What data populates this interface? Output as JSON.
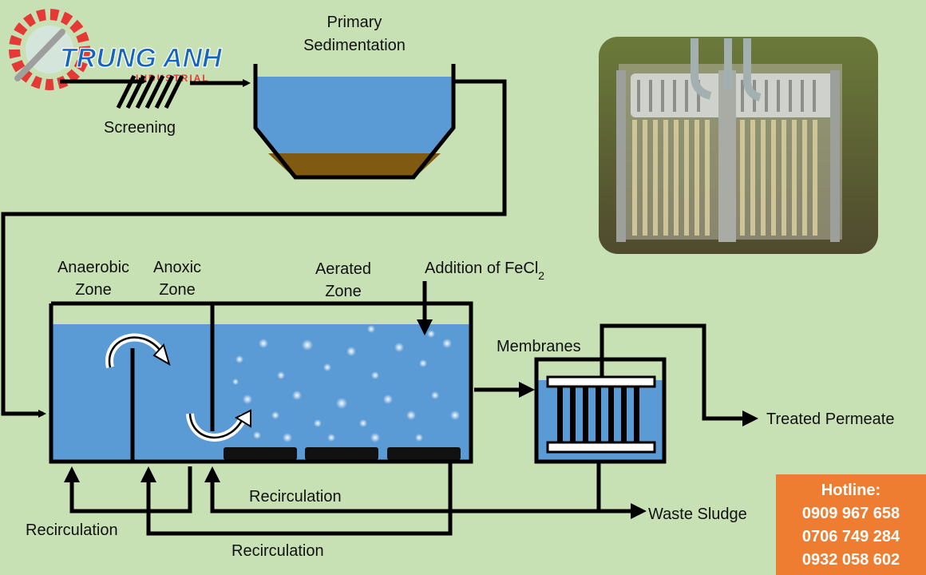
{
  "logo": {
    "brand_name": "TRUNG ANH",
    "brand_sub": "INDUSTRIAL",
    "colors": {
      "gear": "#e53935",
      "text": "#1565c0"
    }
  },
  "labels": {
    "screening": "Screening",
    "primary_line1": "Primary",
    "primary_line2": "Sedimentation",
    "anaerobic_line1": "Anaerobic",
    "anaerobic_line2": "Zone",
    "anoxic_line1": "Anoxic",
    "anoxic_line2": "Zone",
    "aerated_line1": "Aerated",
    "aerated_line2": "Zone",
    "fecl_prefix": "Addition of FeCl",
    "fecl_subscript": "2",
    "membranes": "Membranes",
    "treated_permeate": "Treated Permeate",
    "waste_sludge": "Waste Sludge",
    "recirculation_inner": "Recirculation",
    "recirculation_left": "Recirculation",
    "recirculation_bottom": "Recirculation"
  },
  "hotline": {
    "title": "Hotline:",
    "numbers": [
      "0909 967 658",
      "0706 749 284",
      "0932 058 602"
    ]
  },
  "photo": {
    "icon": "membrane-module-photo"
  },
  "colors": {
    "background": "#c8e1b4",
    "water": "#5b9bd5",
    "sludge": "#7f5a10",
    "hotline_bg": "#ee7d31"
  }
}
